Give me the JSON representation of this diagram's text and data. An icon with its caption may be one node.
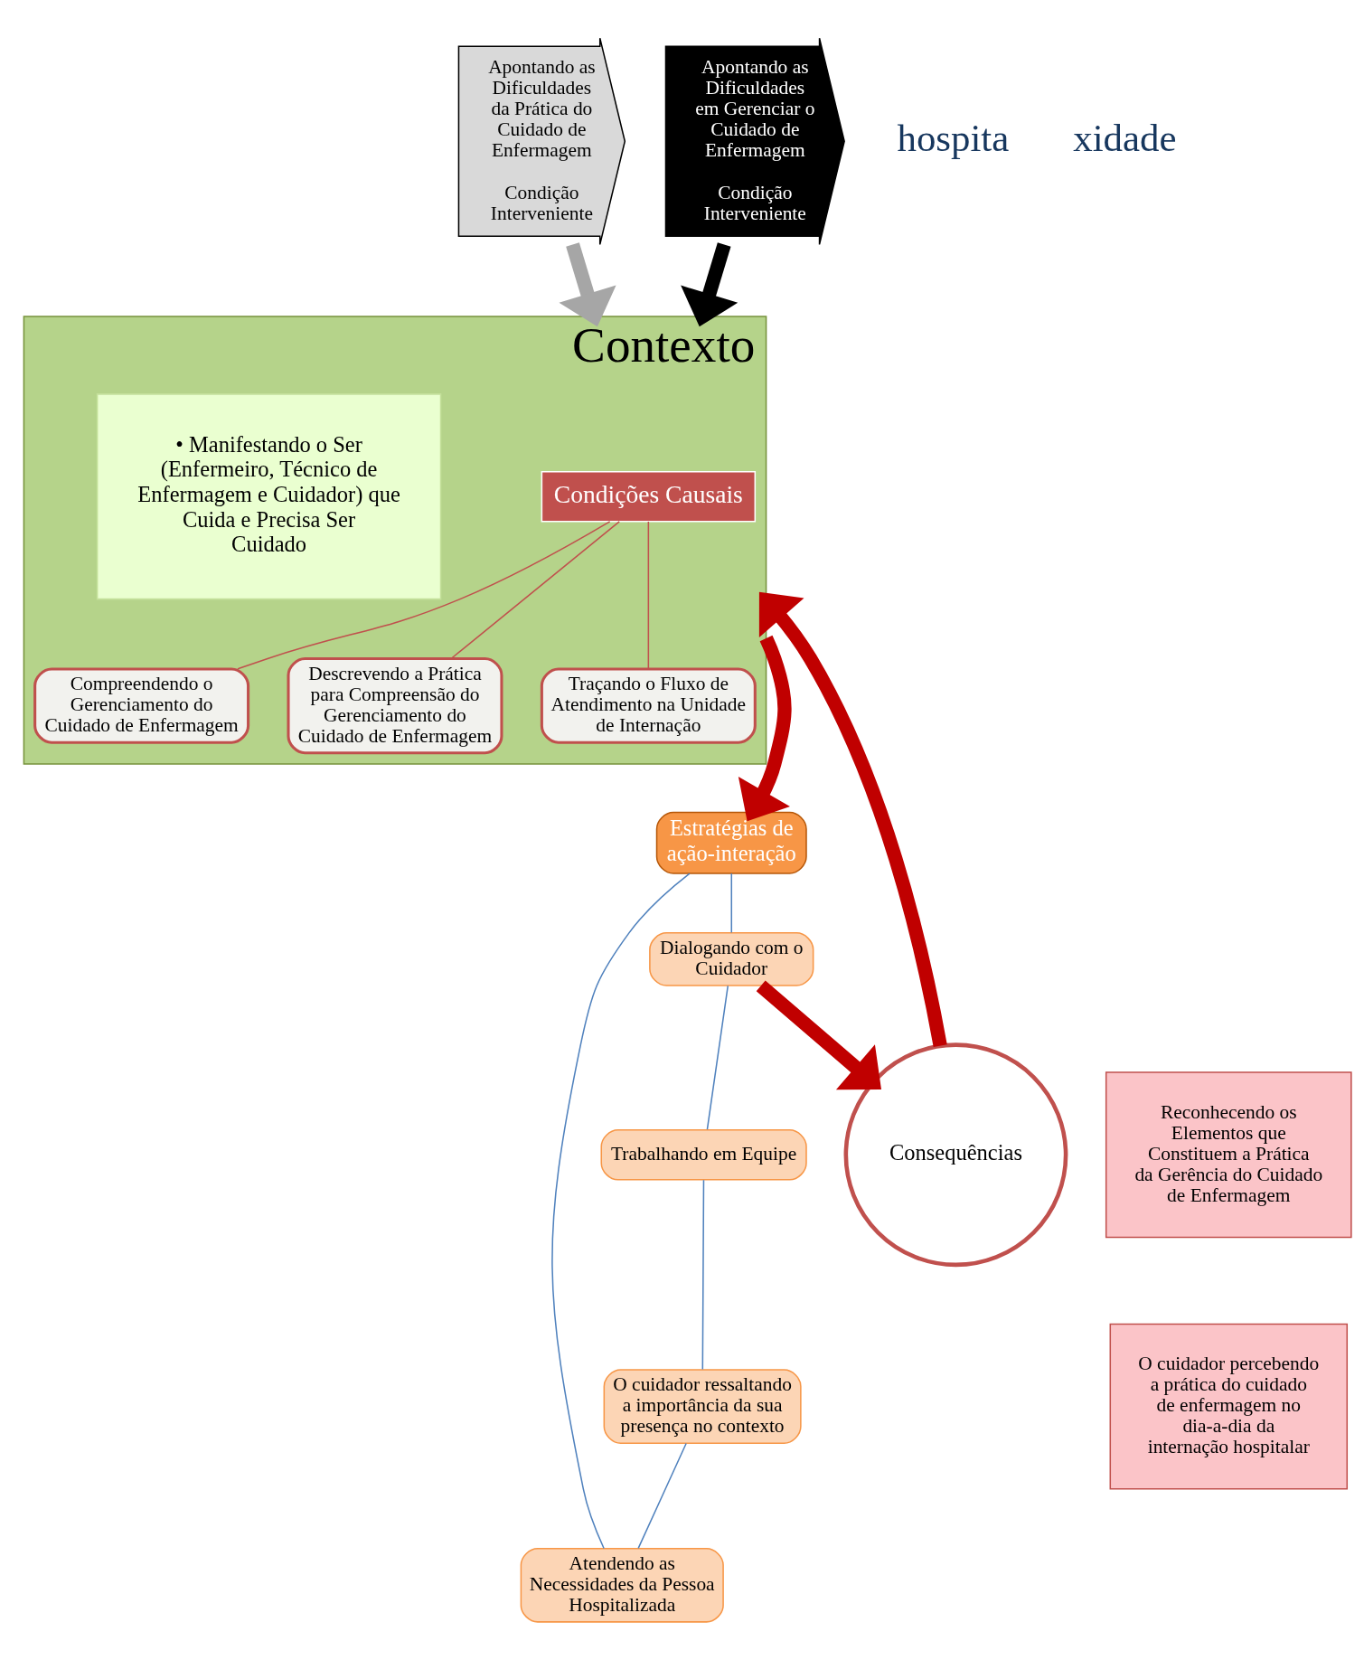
{
  "diagram": {
    "nodes": [
      {
        "text": [
          "Contexto"
        ]
      },
      {
        "text": [
          "Apontando as Dificuldades da Prática do Cuidado de Enfermagem",
          "Condição Interveniente"
        ]
      },
      {
        "text": [
          "Apontando as Dificuldades em Gerenciar o Cuidado de Enfermagem",
          "Condição Interveniente"
        ]
      },
      {
        "text": [
          "Condições Causais"
        ],
        "in": 0
      },
      {
        "text": [
          "Compreendendo o Gerenciamento do Cuidado de Enfermagem"
        ],
        "in": 0
      },
      {
        "text": [
          "Descrevendo a Prática para Compreensão do Gerenciamento do Cuidado de Enfermagem"
        ],
        "in": 0
      },
      {
        "text": [
          "Traçando o Fluxo de Atendimento na Unidade de Internação"
        ],
        "in": 0
      },
      {
        "text": [
          "• Manifestando o Ser (Enfermeiro, Técnico de Enfermagem e Cuidador) que Cuida e Precisa Ser Cuidado"
        ],
        "in": 0
      },
      {
        "text": [
          "Estratégias de ação-interação"
        ]
      },
      {
        "text": [
          "Dialogando com o Cuidador"
        ]
      },
      {
        "text": [
          "Trabalhando em Equipe"
        ]
      },
      {
        "text": [
          "O cuidador ressaltando a importância da sua presença no contexto"
        ]
      },
      {
        "text": [
          "Atendendo as Necessidades da Pessoa Hospitalizada"
        ]
      },
      {
        "text": [
          "Reconhecendo os Elementos que Constituem a Prática da Gerência do Cuidado de Enfermagem"
        ]
      },
      {
        "text": [
          "O cuidador percebendo a prática do cuidado de enfermagem no dia-a-dia da internação hospitalar"
        ]
      },
      {
        "text": [
          "Consequências"
        ]
      }
    ],
    "edges": [
      {
        "from": 1,
        "to": 0,
        "arrow": "to",
        "style": "thick",
        "color": "#a6a6a6"
      },
      {
        "from": 2,
        "to": 0,
        "arrow": "to",
        "style": "thick",
        "color": "#000000"
      },
      {
        "from": 3,
        "to": 4,
        "arrow": "none",
        "color": "#c0504d"
      },
      {
        "from": 3,
        "to": 5,
        "arrow": "none",
        "color": "#c0504d"
      },
      {
        "from": 3,
        "to": 6,
        "arrow": "none",
        "color": "#c0504d"
      },
      {
        "from": 0,
        "to": 8,
        "arrow": "to",
        "style": "thick",
        "color": "#c00000"
      },
      {
        "from": 8,
        "to": 9,
        "arrow": "none"
      },
      {
        "from": 9,
        "to": 10,
        "arrow": "none"
      },
      {
        "from": 10,
        "to": 11,
        "arrow": "none"
      },
      {
        "from": 11,
        "to": 12,
        "arrow": "none"
      },
      {
        "from": 12,
        "to": 8,
        "arrow": "none"
      },
      {
        "from": 9,
        "to": 15,
        "arrow": "to",
        "style": "thick",
        "color": "#c00000"
      },
      {
        "from": 15,
        "to": 0,
        "arrow": "to",
        "style": "thick",
        "color": "#c00000"
      }
    ],
    "labels": [
      "hospita",
      "xidade"
    ]
  }
}
